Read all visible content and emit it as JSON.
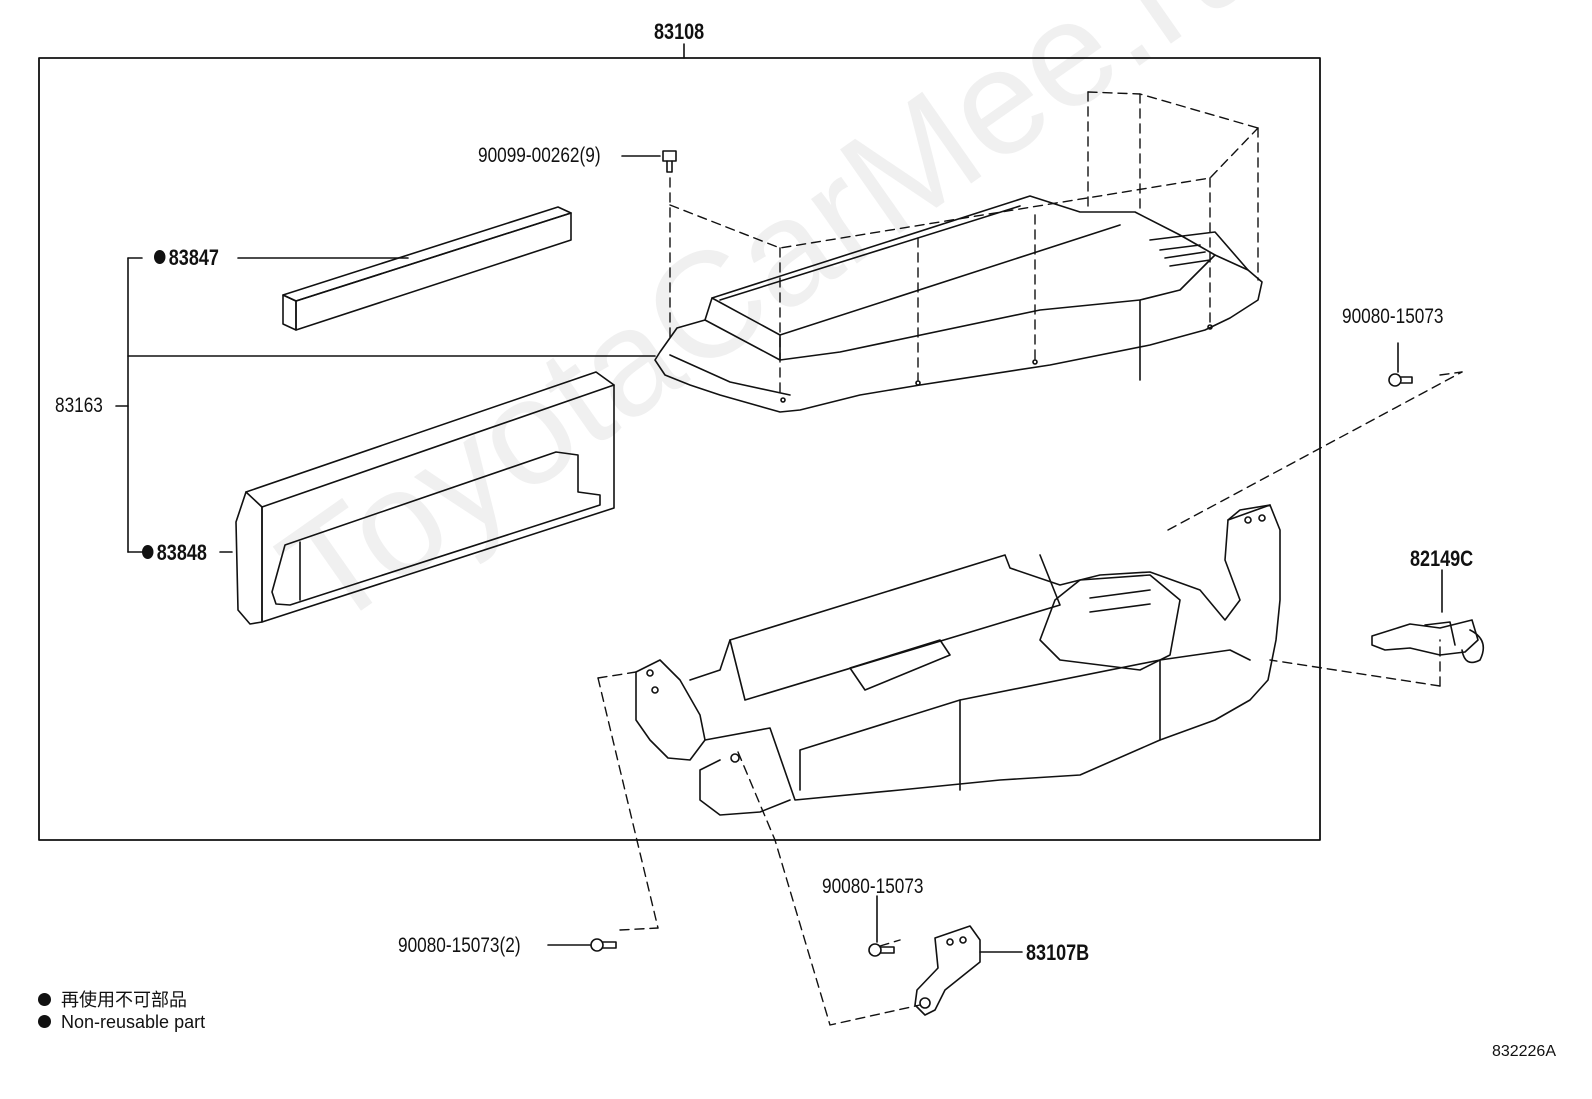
{
  "labels": {
    "assy": "83108",
    "screw": "90099-00262(9)",
    "pad_upper": "83847",
    "sub_assy": "83163",
    "pad_lower": "83848",
    "bolt_right": "90080-15073",
    "connector": "82149C",
    "bolt_bottom": "90080-15073",
    "bracket": "83107B",
    "bolt_left": "90080-15073(2)"
  },
  "legend": {
    "jp": "再使用不可部品",
    "en": "Non-reusable part"
  },
  "diagram_code": "832226A",
  "watermark": "ToyotaCarMee.ru",
  "colors": {
    "line": "#111111",
    "watermark": "#e8e8e8"
  }
}
